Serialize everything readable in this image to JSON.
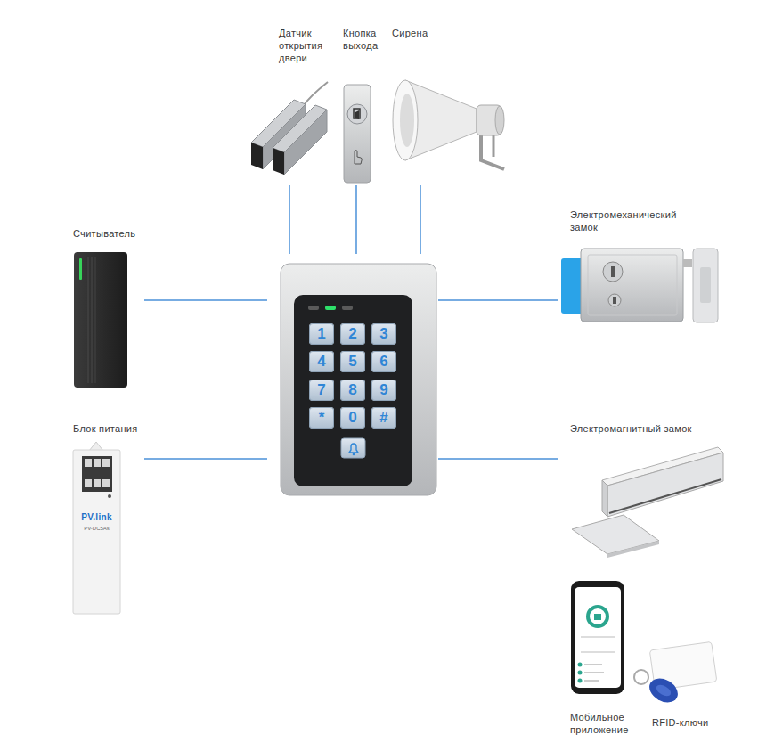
{
  "diagram": {
    "nodes": [
      {
        "text": [
          "Датчик открытия двери"
        ]
      },
      {
        "text": [
          "Кнопка выхода"
        ]
      },
      {
        "text": [
          "Сирена"
        ]
      },
      {
        "text": [
          "Считыватель"
        ]
      },
      {
        "text": [
          "1",
          "2",
          "3",
          "4",
          "5",
          "6",
          "7",
          "8",
          "9",
          "*",
          "0",
          "#"
        ]
      },
      {
        "text": [
          "Электромеханический замок"
        ]
      },
      {
        "text": [
          "Блок питания",
          "PV.link",
          "PV-DC5As"
        ]
      },
      {
        "text": [
          "Электромагнитный замок"
        ]
      }
    ],
    "edges": [
      {
        "from": 4,
        "to": 0,
        "arrow": "none"
      },
      {
        "from": 4,
        "to": 1,
        "arrow": "none"
      },
      {
        "from": 4,
        "to": 2,
        "arrow": "none"
      },
      {
        "from": 4,
        "to": 3,
        "arrow": "none"
      },
      {
        "from": 4,
        "to": 5,
        "arrow": "none"
      },
      {
        "from": 4,
        "to": 6,
        "arrow": "none"
      },
      {
        "from": 4,
        "to": 7,
        "arrow": "none"
      }
    ],
    "labels": [
      "Мобильное приложение",
      "RFID-ключи"
    ]
  }
}
